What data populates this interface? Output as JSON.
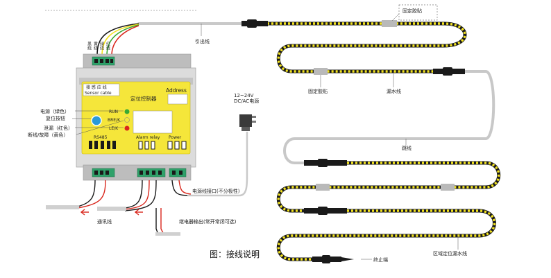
{
  "caption": "图：接线说明",
  "device": {
    "top_wire_labels": [
      "黑线",
      "黄线",
      "绿线",
      "红线"
    ],
    "sensor_cable_cn": "接 感 应 线",
    "sensor_cable_en": "Sensor cable",
    "title": "定位控制器",
    "address_label": "Address",
    "run": "RUN",
    "bre": "BRE/K",
    "le": "LE/K",
    "rs485": "RS485",
    "alarm_relay": "Alarm relay",
    "power": "Power",
    "left_labels": [
      "电源（绿色）",
      "复位按钮",
      "泄漏（红色）",
      "断线/故障（黄色）"
    ]
  },
  "labels": {
    "lead_wire": "引出线",
    "fix_clip_top": "固定胶贴",
    "fix_clip_mid": "固定胶贴",
    "leak_wire": "漏水线",
    "adapter": "12~24V\nDC/AC电源",
    "jumper": "跳线",
    "power_port": "电源线接口(不分极性)",
    "comm_line": "通讯线",
    "relay_output": "继电器输出(常开常闭可选)",
    "locating_cable": "区域定位漏水线",
    "terminator": "终止端"
  },
  "colors": {
    "device_yellow": "#f5e63a",
    "device_gray": "#cfcfcf",
    "cable_yellow": "#f2e21f",
    "cable_black": "#1a1a1a",
    "jumper_gray": "#c8c8c8",
    "led_green": "#39a935",
    "led_red": "#d9261c",
    "led_yellow": "#f5e63a",
    "reset_blue": "#2a9ad8"
  }
}
